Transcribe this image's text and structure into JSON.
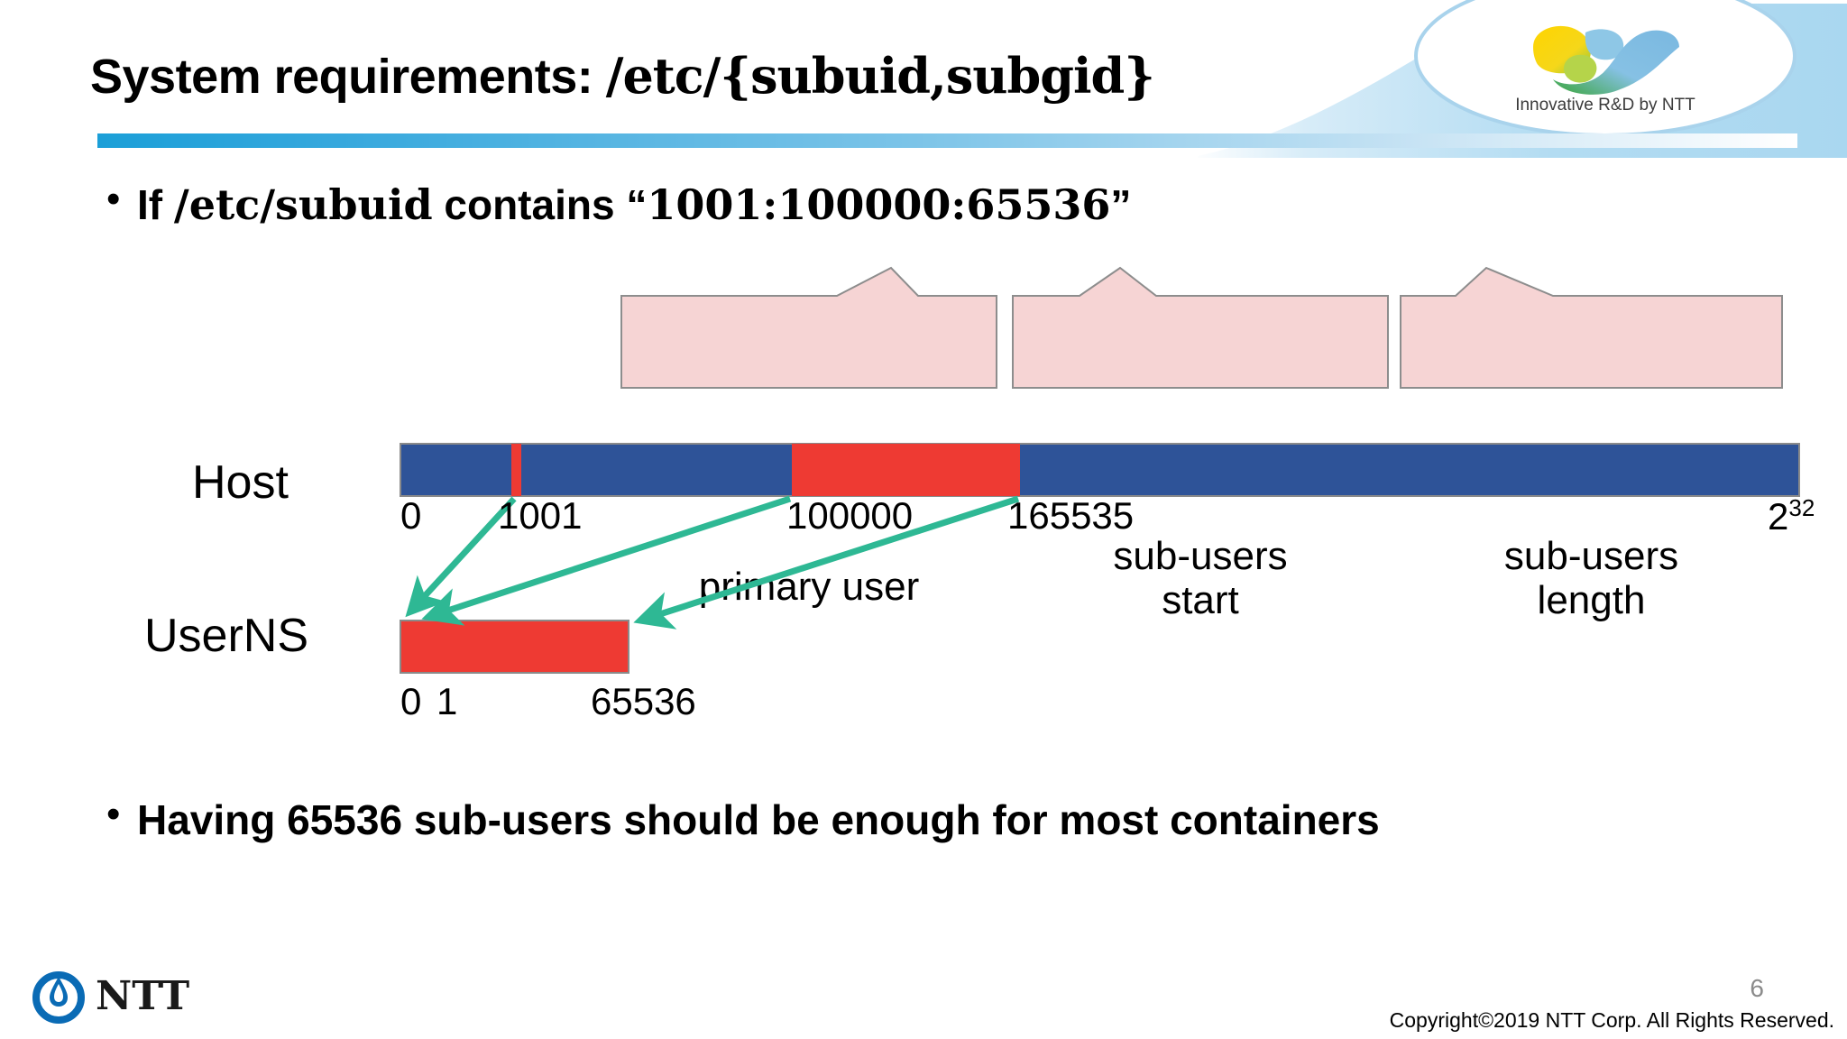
{
  "slide": {
    "title_prefix": "System requirements: ",
    "title_mono": "/etc/{subuid,subgid}",
    "page_number": "6",
    "copyright": "Copyright©2019  NTT Corp. All Rights Reserved.",
    "accent_blue": "#1b9fd8"
  },
  "brand": {
    "header_logo_text": "Innovative R&D by NTT",
    "footer_wordmark": "NTT",
    "footer_logo_color": "#0a6bb5"
  },
  "bullets": [
    {
      "marker": "•",
      "part_1": "If ",
      "mono_1": "/etc/subuid",
      "part_2": " contains “",
      "mono_2": "1001:100000:65536",
      "part_3": "”"
    },
    {
      "marker": "•",
      "text": "Having 65536 sub-users should be enough for most containers"
    }
  ],
  "callouts": [
    {
      "id": "primary-user",
      "label": "primary user"
    },
    {
      "id": "sub-users-start",
      "label": "sub-users\nstart",
      "line_1": "sub-users",
      "line_2": "start"
    },
    {
      "id": "sub-users-length",
      "label": "sub-users\nlength",
      "line_1": "sub-users",
      "line_2": "length"
    }
  ],
  "diagram": {
    "host": {
      "label": "Host",
      "bar_color": "#2e5398",
      "highlight_color": "#ee3a33",
      "ticks": [
        {
          "name": "zero",
          "value": "0"
        },
        {
          "name": "primary-uid",
          "value": "1001"
        },
        {
          "name": "subuid-start",
          "value": "100000"
        },
        {
          "name": "subuid-end",
          "value": "165535"
        },
        {
          "name": "uid-max",
          "base": "2",
          "exponent": "32"
        }
      ]
    },
    "userns": {
      "label": "UserNS",
      "bar_color": "#ee3a33",
      "ticks": [
        {
          "name": "zero",
          "value": "0"
        },
        {
          "name": "one",
          "value": "1"
        },
        {
          "name": "length",
          "value": "65536"
        }
      ]
    },
    "arrow_color": "#2eb894",
    "arrows": [
      {
        "name": "primary-uid-mapping",
        "from": "host 1001",
        "to": "userns 0"
      },
      {
        "name": "subuid-start-mapping",
        "from": "host 100000",
        "to": "userns 1"
      },
      {
        "name": "subuid-end-mapping",
        "from": "host 165535",
        "to": "userns 65536"
      }
    ]
  }
}
